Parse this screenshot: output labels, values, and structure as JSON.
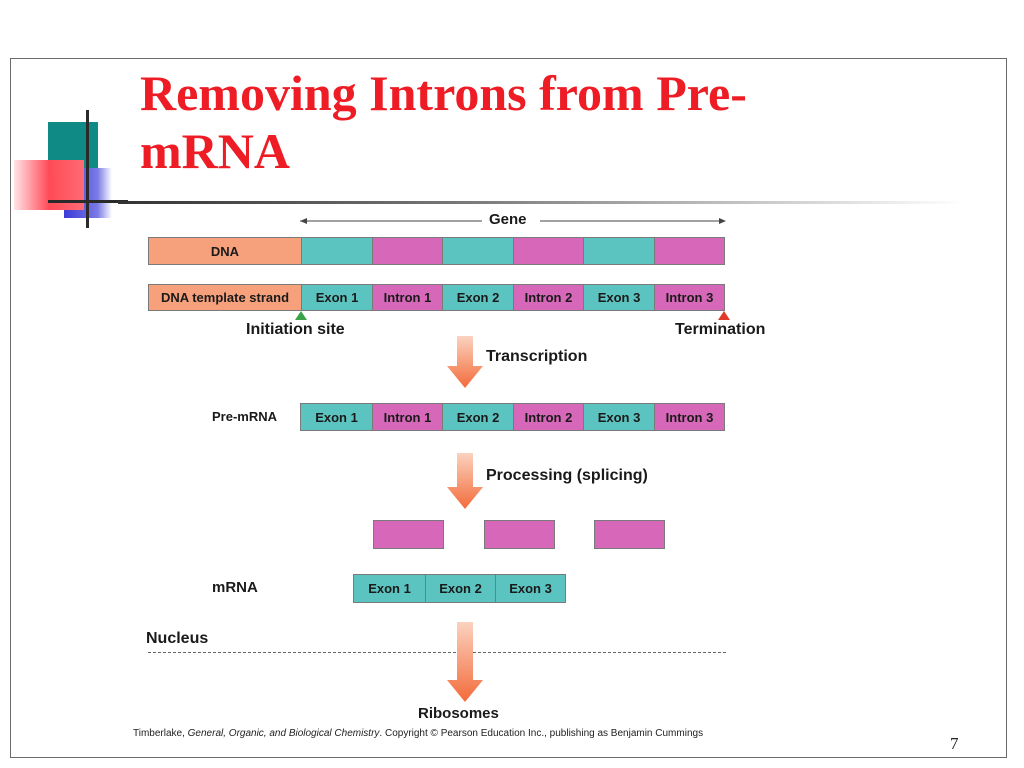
{
  "slide": {
    "title": "Removing Introns from Pre-mRNA",
    "page_number": "7",
    "credit": {
      "author": "Timberlake, ",
      "book": "General, Organic, and Biological Chemistry",
      "rest": ".  Copyright © Pearson Education Inc., publishing as Benjamin Cummings"
    }
  },
  "diagram": {
    "gene_label": "Gene",
    "dna_label": "DNA",
    "template_label": "DNA template strand",
    "initiation_label": "Initiation site",
    "termination_label": "Termination",
    "transcription_label": "Transcription",
    "premrna_label": "Pre-mRNA",
    "processing_label": "Processing (splicing)",
    "mrna_label": "mRNA",
    "nucleus_label": "Nucleus",
    "ribosomes_label": "Ribosomes",
    "segments": [
      "Exon 1",
      "Intron 1",
      "Exon 2",
      "Intron 2",
      "Exon 3",
      "Intron 3"
    ],
    "mrna_segments": [
      "Exon 1",
      "Exon 2",
      "Exon 3"
    ],
    "colors": {
      "exon": "#5cc4c0",
      "intron": "#d767b8",
      "dna_lead": "#f6a07c",
      "arrow": "#f36b3a",
      "title": "#ee1c25"
    }
  }
}
